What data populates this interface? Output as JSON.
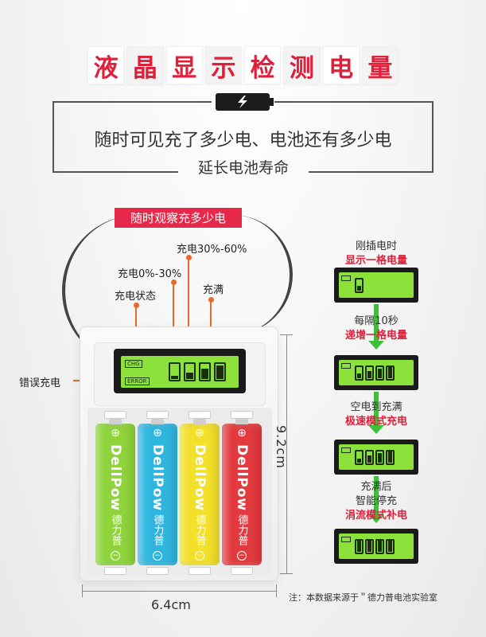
{
  "header": {
    "title_chars": [
      "液",
      "晶",
      "显",
      "示",
      "检",
      "测",
      "电",
      "量"
    ],
    "subtitle_line1": "随时可见充了多少电、电池还有多少电",
    "subtitle_line2": "延长电池寿命"
  },
  "charger": {
    "label_pink": "随时观察充多少电",
    "callouts": {
      "range_30_60": "充电30%-60%",
      "range_0_30": "充电0%-30%",
      "status": "充电状态",
      "full": "充满",
      "error": "错误充电"
    },
    "lcd": {
      "chg": "CHG",
      "err": "ERROR"
    },
    "batteries": [
      {
        "brand": "DellPow",
        "brand_cn": "德力普",
        "color": "#8ed43a"
      },
      {
        "brand": "DellPow",
        "brand_cn": "德力普",
        "color": "#2fb6e0"
      },
      {
        "brand": "DellPow",
        "brand_cn": "德力普",
        "color": "#f2e02a"
      },
      {
        "brand": "DellPow",
        "brand_cn": "德力普",
        "color": "#e33a3f"
      }
    ],
    "height_label": "9.2cm",
    "width_label": "6.4cm"
  },
  "flow": {
    "step1_line1": "刚插电时",
    "step1_line2": "显示一格电量",
    "step2_line1": "每隔10秒",
    "step2_line2": "递增一格电量",
    "step3_line1": "空电到充满",
    "step3_line2": "极速模式充电",
    "step4_line1": "充满后",
    "step4_line2": "智能停充",
    "step4_line3": "涓流模式补电"
  },
  "footnote": "注：本数据来源于＂德力普电池实验室",
  "colors": {
    "accent_red": "#e0203a",
    "lcd_green": "#8ce13a",
    "arrow_green": "#3fbe3a",
    "leader_orange": "#e86a2a"
  }
}
